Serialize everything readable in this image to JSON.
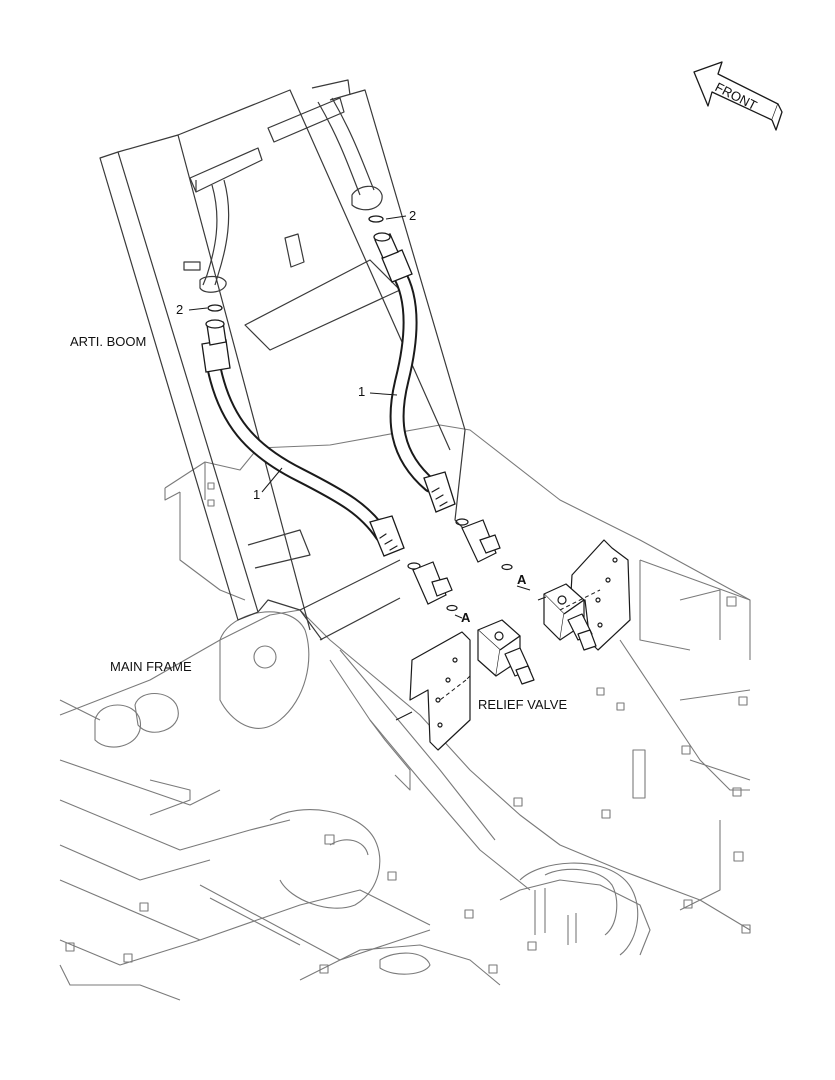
{
  "labels": {
    "arti_boom": "ARTI. BOOM",
    "main_frame": "MAIN FRAME",
    "relief_valve": "RELIEF VALVE",
    "front": "FRONT"
  },
  "callouts": {
    "hose_left": "1",
    "hose_right": "1",
    "oring_left": "2",
    "oring_right": "2",
    "view_a_left": "A",
    "view_a_right": "A"
  },
  "colors": {
    "line": "#2b2b2b",
    "frame_line": "#6e6e6e",
    "hose": "#1a1a1a",
    "text": "#111111"
  }
}
